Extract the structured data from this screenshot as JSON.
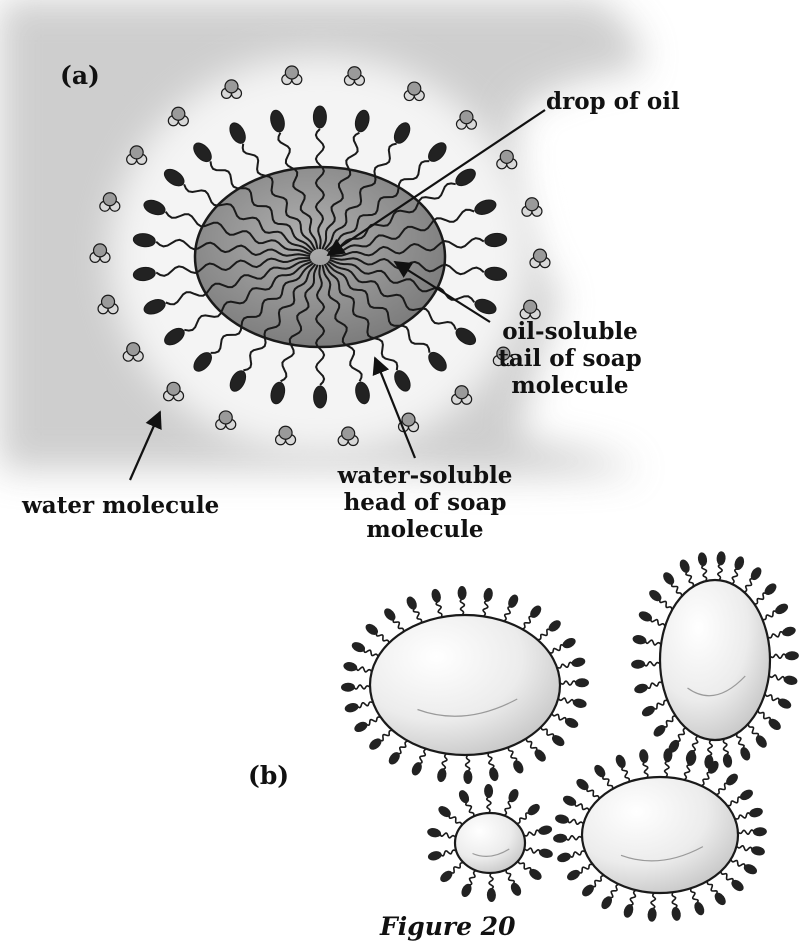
{
  "figure": {
    "caption": "Figure 20"
  },
  "panel_a": {
    "label": "(a)",
    "labels": {
      "drop_of_oil": "drop of oil",
      "oil_tail": [
        "oil-soluble",
        "tail of soap",
        "molecule"
      ],
      "water_head": [
        "water-soluble",
        "head of soap",
        "molecule"
      ],
      "water_molecule": "water molecule"
    }
  },
  "panel_b": {
    "label": "(b)"
  },
  "colors": {
    "ink": "#1a1a1a",
    "oil_drop": "#8a8a8a",
    "background_wash": "#cfcfcf",
    "droplet_fill": "#f2f2f2"
  }
}
